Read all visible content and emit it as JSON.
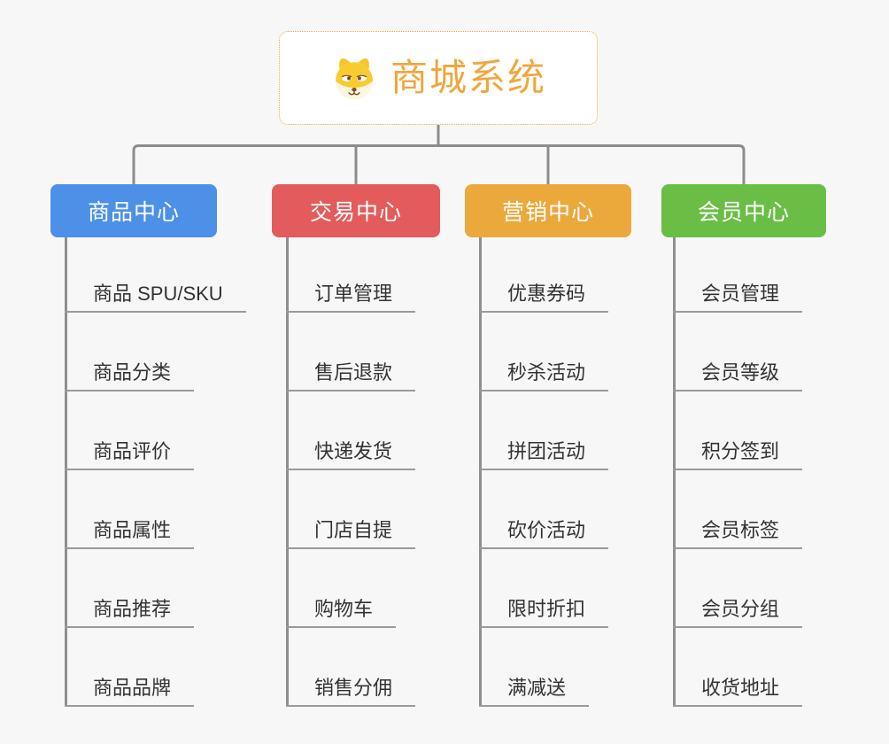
{
  "root": {
    "title": "商城系统",
    "title_color": "#f0a73c",
    "border_color": "#f0a73c",
    "icon": "doge-icon"
  },
  "branches": [
    {
      "label": "商品中心",
      "color": "#4d90e8",
      "items": [
        "商品 SPU/SKU",
        "商品分类",
        "商品评价",
        "商品属性",
        "商品推荐",
        "商品品牌"
      ]
    },
    {
      "label": "交易中心",
      "color": "#e35b5b",
      "items": [
        "订单管理",
        "售后退款",
        "快递发货",
        "门店自提",
        "购物车",
        "销售分佣"
      ]
    },
    {
      "label": "营销中心",
      "color": "#eba93c",
      "items": [
        "优惠券码",
        "秒杀活动",
        "拼团活动",
        "砍价活动",
        "限时折扣",
        "满减送"
      ]
    },
    {
      "label": "会员中心",
      "color": "#6abe45",
      "items": [
        "会员管理",
        "会员等级",
        "积分签到",
        "会员标签",
        "会员分组",
        "收货地址"
      ]
    }
  ],
  "colors": {
    "background": "#f7f7f7",
    "connector_line": "#8c8c8c",
    "item_underline": "#9a9a9a",
    "item_text": "#333333"
  }
}
